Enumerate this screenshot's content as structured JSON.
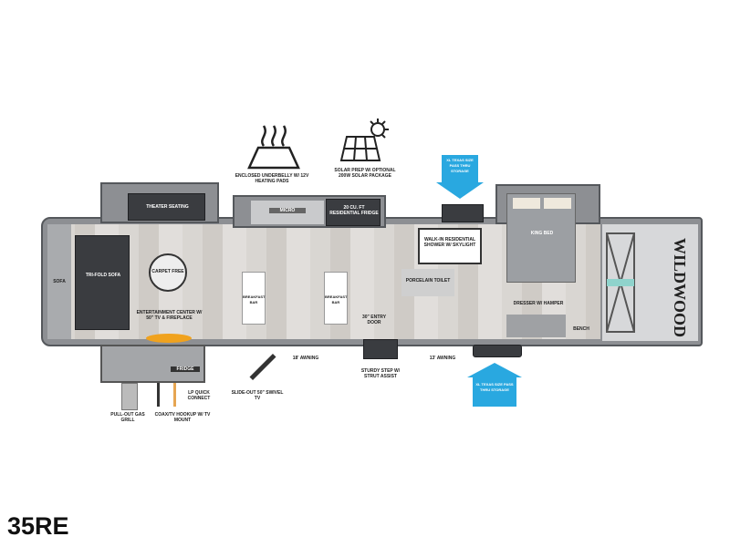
{
  "model": "35RE",
  "brand": "WILDWOOD",
  "features": {
    "underbelly": "ENCLOSED UNDERBELLY W/ 12V HEATING PADS",
    "solar": "SOLAR PREP W/ OPTIONAL 200W SOLAR PACKAGE",
    "storage_top": "XL TEXAS SIZE PASS THRU STORAGE",
    "storage_bottom": "XL TEXAS SIZE PASS THRU STORAGE"
  },
  "rooms": {
    "theater": "THEATER SEATING",
    "sofa": "TRI-FOLD SOFA",
    "rear": "SOFA",
    "carpet": "CARPET FREE",
    "micro": "MICRO",
    "fridge": "20 CU. FT RESIDENTIAL FRIDGE",
    "entertainment": "ENTERTAINMENT CENTER W/ 50\" TV & FIREPLACE",
    "bar1": "BREAKFAST BAR",
    "bar2": "BREAKFAST BAR",
    "door": "30\" ENTRY DOOR",
    "shower": "WALK-IN RESIDENTIAL SHOWER W/ SKYLIGHT",
    "toilet": "PORCELAIN TOILET",
    "dresser": "DRESSER W/ HAMPER",
    "bench": "BENCH",
    "bed": "KING BED"
  },
  "exterior": {
    "awning1": "18' AWNING",
    "awning2": "13' AWNING",
    "step": "STURDY STEP W/ STRUT ASSIST",
    "tv": "SLIDE-OUT 50\" SWIVEL TV",
    "grill": "PULL-OUT GAS GRILL",
    "coax": "COAX/TV HOOKUP W/ TV MOUNT",
    "lp": "LP QUICK CONNECT",
    "fridge_out": "FRIDGE"
  }
}
